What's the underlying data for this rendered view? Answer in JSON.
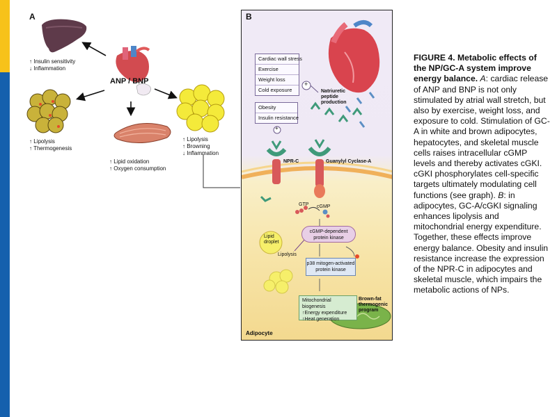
{
  "panel_a": {
    "letter": "A",
    "hormone_label": "ANP / BNP",
    "liver_effects": [
      "↑ Insulin sensitivity",
      "↓ Inflammation"
    ],
    "brown_fat_effects": [
      "↑ Lipolysis",
      "↑ Thermogenesis"
    ],
    "muscle_effects": [
      "↑ Lipid oxidation",
      "↑ Oxygen consumption"
    ],
    "white_fat_effects": [
      "↑ Lipolysis",
      "↑ Browning",
      "↓ Inflammation"
    ]
  },
  "panel_b": {
    "letter": "B",
    "stimuli": [
      "Cardiac wall stress",
      "Exercise",
      "Weight loss",
      "Cold exposure"
    ],
    "inhibitors": [
      "Obesity",
      "Insulin resistance"
    ],
    "plus_sign": "+",
    "natriuretic_label": [
      "Natriuretic",
      "peptide",
      "production"
    ],
    "npr_c_label": "NPR-C",
    "gc_a_label": "Guanylyl Cyclase-A",
    "gtp_label": "GTP",
    "cgmp_label": "cGMP",
    "cgki_label": [
      "cGMP-dependent",
      "protein kinase"
    ],
    "lipid_droplet_label": [
      "Lipid",
      "droplet"
    ],
    "lipolysis_label": "Lipolysis",
    "p38_label": [
      "p38 mitogen-activated",
      "protein kinase"
    ],
    "mito_box": [
      "Mitochondrial biogenesis",
      "↑Energy expenditure",
      "↑Heat generation"
    ],
    "brown_fat_program": [
      "Brown-fat",
      "thermogenic",
      "program"
    ],
    "cell_label": "Adipocyte"
  },
  "caption": {
    "title": "FIGURE 4. Metabolic effects of the NP/GC-A system improve energy balance.",
    "a_letter": "A",
    "a_text": ": cardiac release of ANP and BNP is not only stimulated by atrial wall stretch, but also by exercise, weight loss, and exposure to cold. Stimulation of GC-A in white and brown adipocytes, hepatocytes, and skeletal muscle cells raises intracellular cGMP levels and thereby activates cGKI. cGKI phosphorylates cell-specific targets ultimately modulating cell functions (see graph). ",
    "b_letter": "B",
    "b_text": ": in adipocytes, GC-A/cGKI signaling enhances lipolysis and mitochondrial energy expenditure. Together, these effects improve energy balance. Obesity and insulin resistance increase the expression of the NPR-C in adipocytes and skeletal muscle, which impairs the metabolic actions of NPs."
  },
  "colors": {
    "stripe_yellow": "#f7c21a",
    "stripe_blue": "#1560ad",
    "liver": "#5e3a4a",
    "fat_yellow": "#f4ea3a",
    "brown_fat": "#c9b23a",
    "muscle": "#d9826a",
    "receptor_green": "#3f9a7a",
    "receptor_red": "#d8595a"
  }
}
